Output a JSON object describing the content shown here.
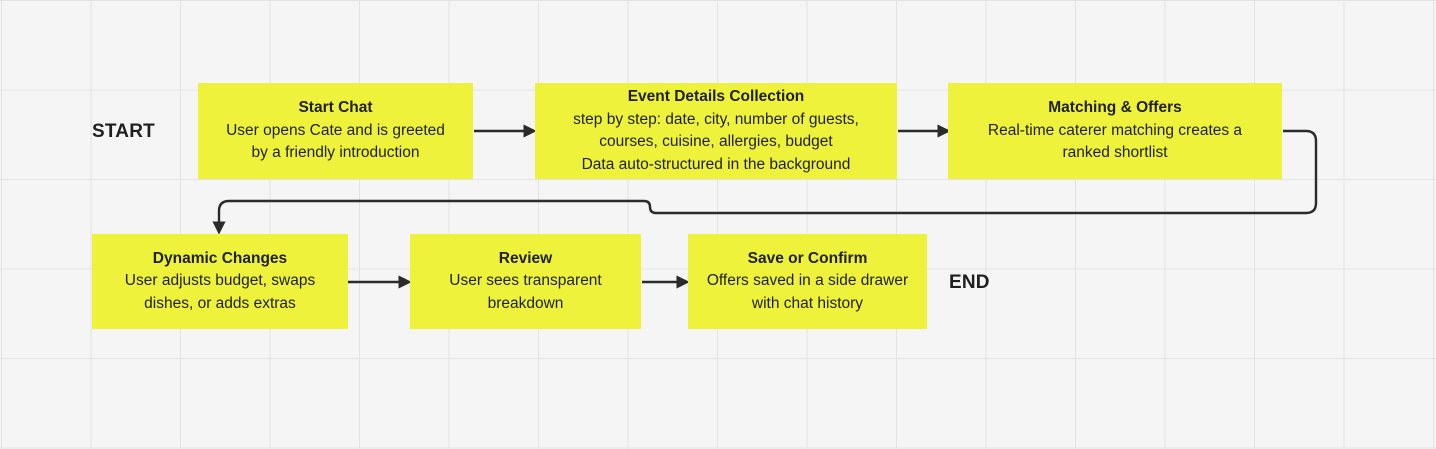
{
  "diagram": {
    "terminals": {
      "start": "START",
      "end": "END"
    },
    "nodes": [
      {
        "id": "start-chat",
        "title": "Start Chat",
        "body": "User opens Cate and is greeted\nby a friendly introduction"
      },
      {
        "id": "event-details",
        "title": "Event Details Collection",
        "body": "step by step: date, city, number of guests,\ncourses, cuisine, allergies, budget\nData auto-structured in the background"
      },
      {
        "id": "matching-offers",
        "title": "Matching & Offers",
        "body": "Real-time caterer matching creates a\nranked shortlist"
      },
      {
        "id": "dynamic-changes",
        "title": "Dynamic Changes",
        "body": "User adjusts budget, swaps\ndishes, or adds extras"
      },
      {
        "id": "review",
        "title": "Review",
        "body": "User sees transparent\nbreakdown"
      },
      {
        "id": "save-confirm",
        "title": "Save or Confirm",
        "body": "Offers saved in a side drawer\nwith chat history"
      }
    ],
    "colors": {
      "sticky": "#eef23a",
      "text": "#1f1f1f",
      "connector": "#2b2b2b",
      "canvas": "#f5f5f5",
      "grid": "#e3e3e3"
    }
  }
}
